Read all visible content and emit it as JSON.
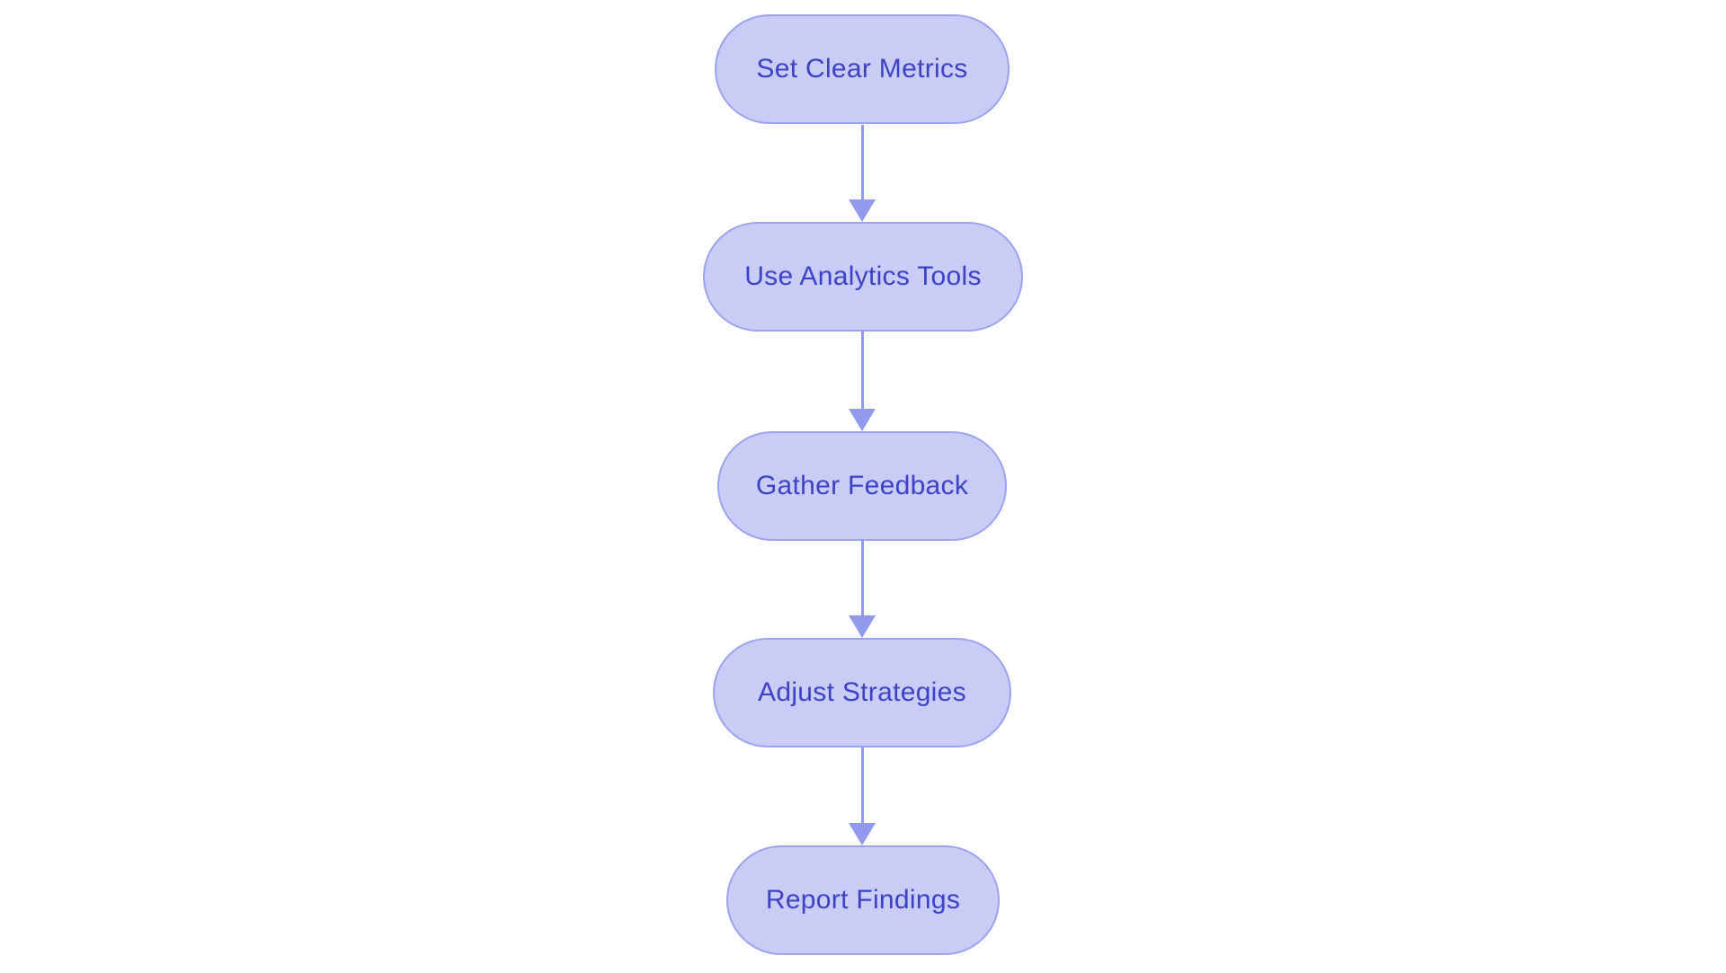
{
  "diagram": {
    "type": "flowchart",
    "direction": "top-down",
    "nodes": [
      {
        "id": "n1",
        "label": "Set Clear Metrics"
      },
      {
        "id": "n2",
        "label": "Use Analytics Tools"
      },
      {
        "id": "n3",
        "label": "Gather Feedback"
      },
      {
        "id": "n4",
        "label": "Adjust Strategies"
      },
      {
        "id": "n5",
        "label": "Report Findings"
      }
    ],
    "edges": [
      {
        "from": "Set Clear Metrics",
        "to": "Use Analytics Tools"
      },
      {
        "from": "Use Analytics Tools",
        "to": "Gather Feedback"
      },
      {
        "from": "Gather Feedback",
        "to": "Adjust Strategies"
      },
      {
        "from": "Adjust Strategies",
        "to": "Report Findings"
      }
    ],
    "colors": {
      "background": "#ffffff",
      "node_fill": "#c8ccf7",
      "node_border": "#9ba2ee",
      "node_text": "#3b42c6",
      "arrow": "#9099eb"
    }
  }
}
